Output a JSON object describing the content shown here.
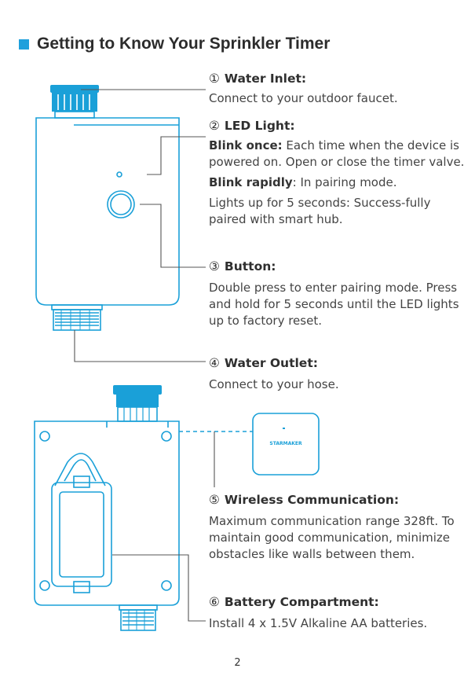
{
  "page_title": "Getting to Know Your Sprinkler Timer",
  "device_label": "STARMAKER",
  "page_number": "2",
  "sections": {
    "inlet": {
      "num": "①",
      "title": "Water Inlet:",
      "text": "Connect to your outdoor faucet."
    },
    "led": {
      "num": "②",
      "title": "LED Light:",
      "once_label": "Blink once:",
      "once_text": " Each time when the device is powered on. Open or close the timer valve.",
      "rapid_label": "Blink rapidly",
      "rapid_text": ": In pairing mode.",
      "lights_text": "Lights up for 5 seconds: Success-fully paired with smart hub."
    },
    "button": {
      "num": "③",
      "title": "Button:",
      "text": "Double press to enter pairing mode. Press and hold for 5 seconds until the LED lights up to factory reset."
    },
    "outlet": {
      "num": "④",
      "title": "Water Outlet:",
      "text": "Connect to your hose."
    },
    "wireless": {
      "num": "⑤",
      "title": "Wireless Communication:",
      "text": "Maximum communication range 328ft. To maintain good communication, minimize obstacles like walls between them."
    },
    "battery": {
      "num": "⑥",
      "title": "Battery Compartment:",
      "text": "Install 4 x 1.5V Alkaline AA batteries."
    }
  },
  "colors": {
    "accent": "#1ea0dc",
    "device_outline": "#1aa0d8",
    "leader": "#555555"
  }
}
